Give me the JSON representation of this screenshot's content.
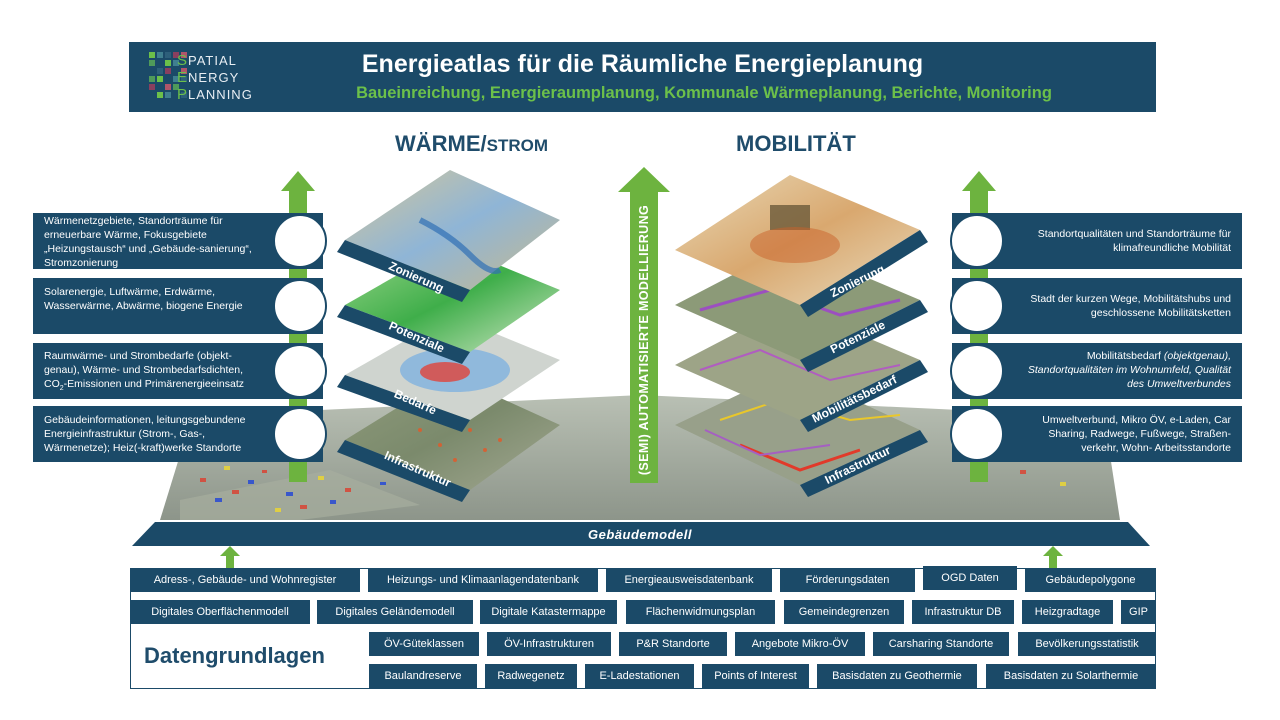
{
  "header": {
    "logo": {
      "word1_initial": "S",
      "word1_rest": "PATIAL",
      "word2_initial": "E",
      "word2_rest": "NERGY",
      "word3_initial": "P",
      "word3_rest": "LANNING"
    },
    "title": "Energieatlas für die Räumliche Energieplanung",
    "subtitle": "Baueinreichung, Energieraumplanung, Kommunale Wärmeplanung, Berichte, Monitoring"
  },
  "sections": {
    "left_title_main": "WÄRME/",
    "left_title_small": "STROM",
    "right_title": "MOBILITÄT"
  },
  "center_arrow_label": "(SEMI) AUTOMATISIERTE MODELLIERUNG",
  "left_boxes": [
    {
      "text": "Wärmenetzgebiete, Standorträume für erneuerbare Wärme, Fokusgebiete „Heizungstausch“ und „Gebäude-sanierung“, Stromzonierung"
    },
    {
      "text": "Solarenergie, Luftwärme, Erdwärme, Wasserwärme, Abwärme, biogene Energie"
    },
    {
      "text_before": "Raumwärme- und Strombedarfe (objekt-genau), Wärme- und Strombedarfsdichten, CO",
      "sub": "2",
      "text_after": "-Emissionen und Primärenergieeinsatz"
    },
    {
      "text": "Gebäudeinformationen, leitungsgebundene Energieinfrastruktur (Strom-, Gas-, Wärmenetze); Heiz(-kraft)werke Standorte"
    }
  ],
  "right_boxes": [
    {
      "text": "Standortqualitäten und Standorträume für klimafreundliche Mobilität"
    },
    {
      "text": "Stadt der kurzen Wege, Mobilitätshubs und geschlossene Mobilitätsketten"
    },
    {
      "normal": "Mobilitätsbedarf ",
      "italic": "(objektgenau), Standortqualitäten im Wohnumfeld, Qualität des Umweltverbundes"
    },
    {
      "text": "Umweltverbund, Mikro ÖV, e-Laden, Car Sharing, Radwege, Fußwege, Straßen-verkehr, Wohn- Arbeitsstandorte"
    }
  ],
  "left_layers": [
    "Zonierung",
    "Potenziale",
    "Bedarfe",
    "Infrastruktur"
  ],
  "right_layers": [
    "Zonierung",
    "Potenziale",
    "Mobilitätsbedarf",
    "Infrastruktur"
  ],
  "platform_label": "Gebäudemodell",
  "data_title": "Datengrundlagen",
  "data_rows": [
    [
      "Adress-, Gebäude- und Wohnregister",
      "Heizungs- und Klimaanlagendatenbank",
      "Energieausweisdatenbank",
      "Förderungsdaten",
      "OGD Daten",
      "Gebäudepolygone"
    ],
    [
      "Digitales Oberflächenmodell",
      "Digitales Geländemodell",
      "Digitale Katastermappe",
      "Flächenwidmungsplan",
      "Gemeindegrenzen",
      "Infrastruktur DB",
      "Heizgradtage",
      "GIP"
    ],
    [
      "ÖV-Güteklassen",
      "ÖV-Infrastrukturen",
      "P&R Standorte",
      "Angebote Mikro-ÖV",
      "Carsharing Standorte",
      "Bevölkerungsstatistik"
    ],
    [
      "Baulandreserve",
      "Radwegenetz",
      "E-Ladestationen",
      "Points of Interest",
      "Basisdaten zu Geothermie",
      "Basisdaten zu Solarthermie"
    ]
  ],
  "colors": {
    "navy": "#1b4a68",
    "green": "#6db33f",
    "subtitle_green": "#6cc04a"
  }
}
